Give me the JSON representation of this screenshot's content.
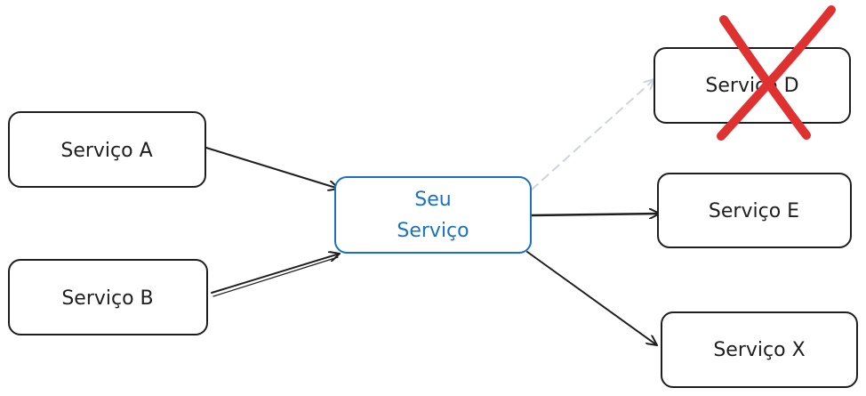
{
  "nodes": {
    "servico_a": {
      "label": "Serviço A"
    },
    "servico_b": {
      "label": "Serviço B"
    },
    "seu_servico": {
      "label_line1": "Seu",
      "label_line2": "Serviço"
    },
    "servico_d": {
      "label": "Serviço D",
      "status": "crossed-out"
    },
    "servico_e": {
      "label": "Serviço E"
    },
    "servico_x": {
      "label": "Serviço X"
    }
  },
  "edges": [
    {
      "from": "servico_a",
      "to": "seu_servico",
      "style": "solid"
    },
    {
      "from": "servico_b",
      "to": "seu_servico",
      "style": "solid"
    },
    {
      "from": "seu_servico",
      "to": "servico_d",
      "style": "dashed-faded"
    },
    {
      "from": "seu_servico",
      "to": "servico_e",
      "style": "solid"
    },
    {
      "from": "seu_servico",
      "to": "servico_x",
      "style": "solid"
    }
  ],
  "colors": {
    "stroke": "#1e1e1e",
    "highlight": "#1971c2",
    "faded_arrow": "#ced4da",
    "cross": "#e03131"
  },
  "icons": {
    "cross_mark": "x-mark-icon"
  }
}
